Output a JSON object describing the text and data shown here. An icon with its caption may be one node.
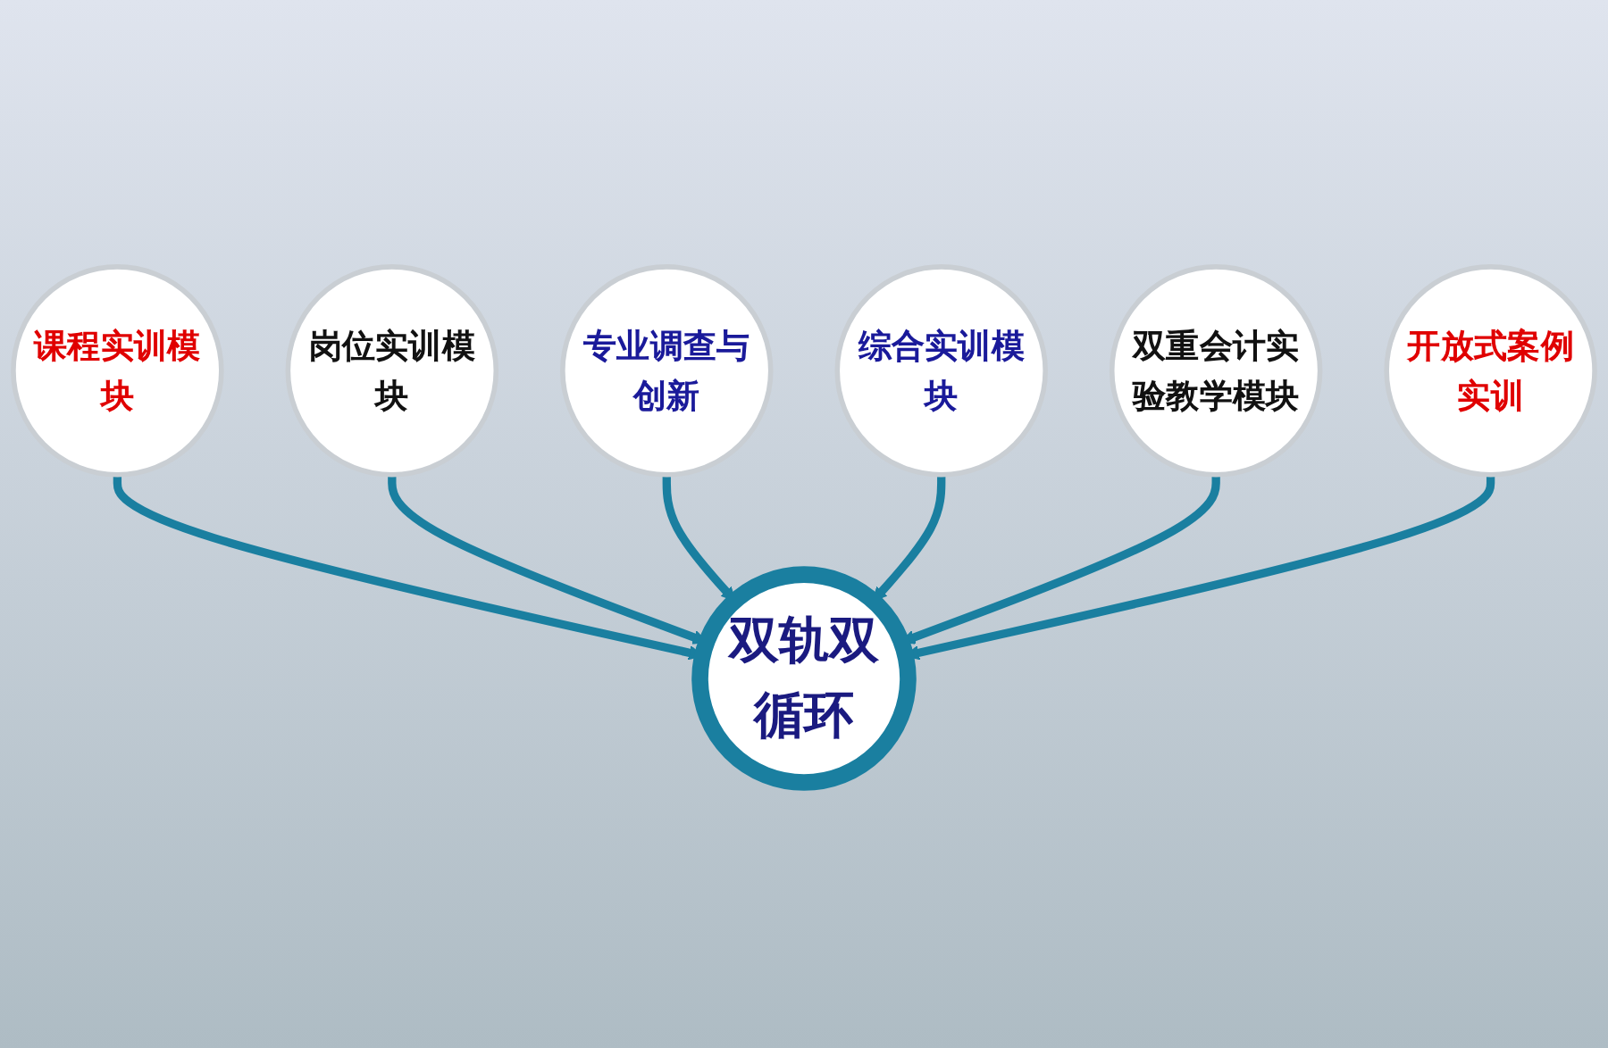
{
  "diagram": {
    "nodes": [
      {
        "text": [
          "课程实训模块"
        ]
      },
      {
        "text": [
          "岗位实训模块"
        ]
      },
      {
        "text": [
          "专业调查与创新"
        ]
      },
      {
        "text": [
          "双轨双循环"
        ]
      },
      {
        "text": [
          "综合实训模块"
        ]
      },
      {
        "text": [
          "双重会计实验教学模块"
        ]
      },
      {
        "text": [
          "开放式案例实训"
        ]
      }
    ],
    "edges": [
      {
        "from": 0,
        "to": 3,
        "arrow": "to"
      },
      {
        "from": 1,
        "to": 3,
        "arrow": "to"
      },
      {
        "from": 2,
        "to": 3,
        "arrow": "to"
      },
      {
        "from": 4,
        "to": 3,
        "arrow": "to"
      },
      {
        "from": 5,
        "to": 3,
        "arrow": "to"
      },
      {
        "from": 6,
        "to": 3,
        "arrow": "to"
      }
    ]
  }
}
